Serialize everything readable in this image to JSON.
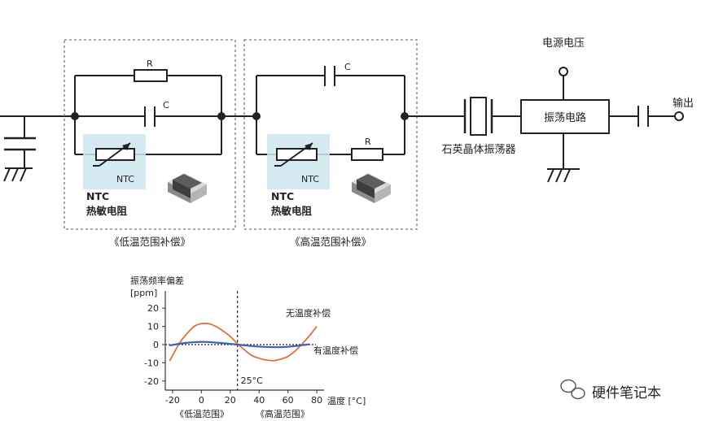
{
  "circuit": {
    "power_label": "电源电压",
    "output_label": "输出",
    "oscillator_label": "振荡电路",
    "crystal_label": "石英晶体振荡器",
    "low_block": {
      "r_label": "R",
      "c_label": "C",
      "ntc_label": "NTC",
      "ntc_title_1": "NTC",
      "ntc_title_2": "热敏电阻",
      "caption": "《低温范围补偿》"
    },
    "high_block": {
      "r_label": "R",
      "c_label": "C",
      "ntc_label": "NTC",
      "ntc_title_1": "NTC",
      "ntc_title_2": "热敏电阻",
      "caption": "《高温范围补偿》"
    }
  },
  "chart_data": {
    "type": "line",
    "ylabel": "振荡频率偏差",
    "yunit": "[ppm]",
    "xlabel": "温度 [°C]",
    "xlim": [
      -25,
      85
    ],
    "ylim": [
      -25,
      25
    ],
    "xticks": [
      -20,
      0,
      20,
      40,
      60,
      80
    ],
    "yticks": [
      20,
      10,
      0,
      -10,
      -20
    ],
    "ref_line_x": 25,
    "ref_label": "25°C",
    "range_labels": [
      "《低温范围》",
      "《高温范围》"
    ],
    "series": [
      {
        "name": "无温度补偿",
        "color": "#e0703a",
        "x": [
          -22,
          -15,
          -10,
          -5,
          0,
          5,
          10,
          15,
          20,
          25,
          30,
          35,
          40,
          45,
          50,
          55,
          60,
          65,
          70,
          75,
          80
        ],
        "y": [
          -9,
          1,
          6,
          10,
          11.5,
          11.5,
          10,
          7.5,
          4.5,
          0.5,
          -3,
          -6,
          -7.5,
          -8.5,
          -8.8,
          -8,
          -6.5,
          -3.5,
          0.5,
          5,
          10
        ]
      },
      {
        "name": "有温度补偿",
        "color": "#3a62b8",
        "x": [
          -22,
          -15,
          -10,
          -5,
          0,
          5,
          10,
          15,
          20,
          25,
          30,
          35,
          40,
          45,
          50,
          55,
          60,
          65,
          70,
          75
        ],
        "y": [
          -0.5,
          0.5,
          1,
          1.3,
          1.5,
          1.4,
          1.1,
          0.8,
          0.4,
          0,
          -0.4,
          -0.8,
          -1.1,
          -1.3,
          -1.4,
          -1.4,
          -1.2,
          -0.8,
          -0.3,
          0.2
        ]
      }
    ],
    "zero_line_style": "dotted"
  },
  "watermark": "硬件笔记本"
}
